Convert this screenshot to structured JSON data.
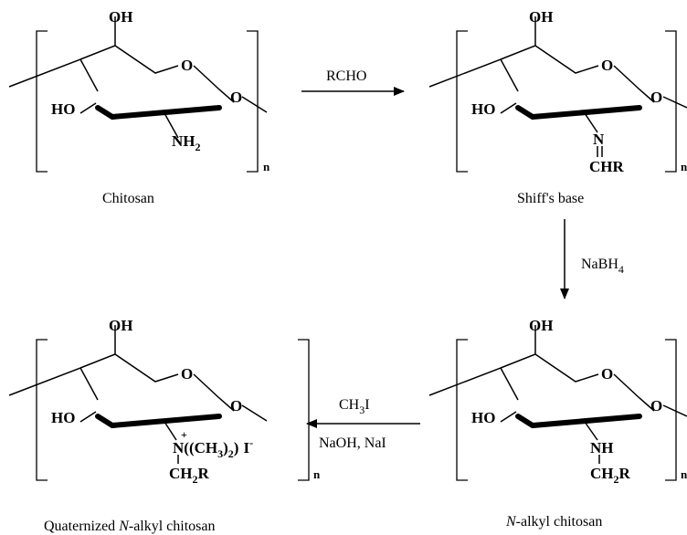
{
  "structures": [
    {
      "id": "chitosan",
      "caption": "Chitosan",
      "atoms": {
        "oh": "OH",
        "ring_o": "O",
        "ho": "HO",
        "glyco_o": "O",
        "n_main": "NH",
        "n_sub": "2"
      },
      "repeat": "n"
    },
    {
      "id": "shiffs-base",
      "caption": "Shiff's base",
      "atoms": {
        "oh": "OH",
        "ring_o": "O",
        "ho": "HO",
        "glyco_o": "O",
        "n_main": "N",
        "r_main": "CHR"
      },
      "repeat": "n"
    },
    {
      "id": "n-alkyl-chitosan",
      "caption_italic": "N",
      "caption_rest": "-alkyl chitosan",
      "atoms": {
        "oh": "OH",
        "ring_o": "O",
        "ho": "HO",
        "glyco_o": "O",
        "n_main": "NH",
        "r_main": "CH",
        "r_sub": "2",
        "r_tail": "R"
      },
      "repeat": "n"
    },
    {
      "id": "quaternized-n-alkyl-chitosan",
      "caption_lead": "Quaternized ",
      "caption_italic": "N",
      "caption_rest": "-alkyl chitosan",
      "atoms": {
        "oh": "OH",
        "ring_o": "O",
        "ho": "HO",
        "glyco_o": "O",
        "charge": "+",
        "n_main": "N((CH",
        "n_sub": "3",
        "n_close": ")",
        "n_sub2": "2",
        "n_tail": ")",
        "iodide": "I",
        "iodide_charge": "-",
        "r_main": "CH",
        "r_sub": "2",
        "r_tail": "R"
      },
      "repeat": "n"
    }
  ],
  "reactions": [
    {
      "id": "step-1",
      "reagent": "RCHO"
    },
    {
      "id": "step-2",
      "reagent_main": "NaBH",
      "reagent_sub": "4"
    },
    {
      "id": "step-3",
      "reagent_main": "CH",
      "reagent_sub": "3",
      "reagent_tail": "I",
      "reagent2": "NaOH, NaI"
    }
  ]
}
